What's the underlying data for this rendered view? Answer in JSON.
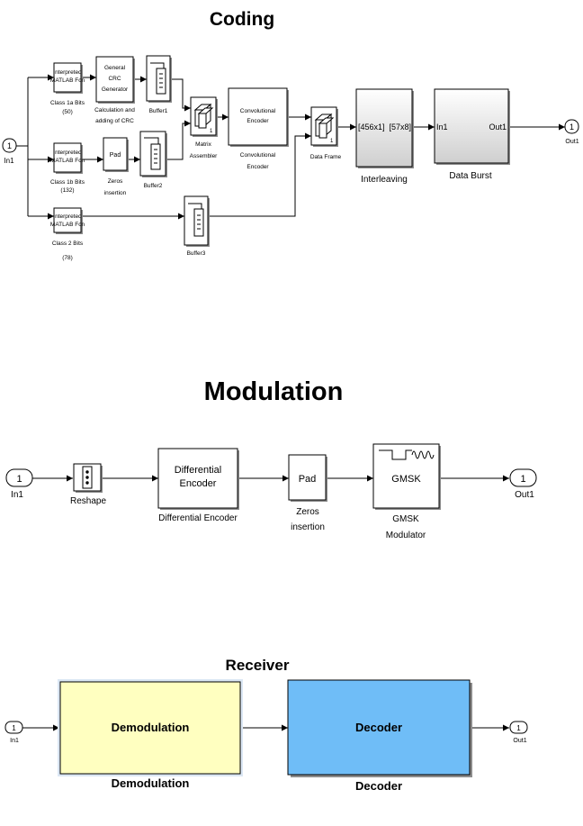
{
  "coding": {
    "title": "Coding",
    "in_port": {
      "number": "1",
      "label": "In1"
    },
    "out_port": {
      "number": "1",
      "label": "Out1"
    },
    "fcn1": {
      "text1": "Interpreted",
      "text2": "MATLAB Fcn",
      "label1": "Class 1a Bits",
      "label2": "(50)"
    },
    "fcn2": {
      "text1": "Interpreted",
      "text2": "MATLAB Fcn",
      "label1": "Class 1b Bits",
      "label2": "(132)"
    },
    "fcn3": {
      "text1": "Interpreted",
      "text2": "MATLAB Fcn",
      "label1": "Class 2 Bits",
      "label2": "(78)"
    },
    "crc": {
      "text1": "General",
      "text2": "CRC",
      "text3": "Generator",
      "label1": "Calculation and",
      "label2": "adding of CRC"
    },
    "pad": {
      "text": "Pad",
      "label1": "Zeros",
      "label2": "insertion"
    },
    "buffer1": {
      "label": "Buffer1"
    },
    "buffer2": {
      "label": "Buffer2"
    },
    "buffer3": {
      "label": "Buffer3"
    },
    "matrix": {
      "label1": "Matrix",
      "label2": "Assembler"
    },
    "conv": {
      "text1": "Convolutional",
      "text2": "Encoder",
      "label1": "Convolutional",
      "label2": "Encoder"
    },
    "data_frame": {
      "label": "Data Frame"
    },
    "interleaving": {
      "port_in": "[456x1]",
      "port_out": "[57x8]",
      "label": "Interleaving"
    },
    "data_burst": {
      "port_in": "In1",
      "port_out": "Out1",
      "label": "Data Burst"
    }
  },
  "modulation": {
    "title": "Modulation",
    "in_port": {
      "number": "1",
      "label": "In1"
    },
    "out_port": {
      "number": "1",
      "label": "Out1"
    },
    "reshape": {
      "label": "Reshape"
    },
    "diff": {
      "text1": "Differential",
      "text2": "Encoder",
      "label": "Differential Encoder"
    },
    "pad": {
      "text": "Pad",
      "label1": "Zeros",
      "label2": "insertion"
    },
    "gmsk": {
      "text": "GMSK",
      "label1": "GMSK",
      "label2": "Modulator"
    }
  },
  "receiver": {
    "title": "Receiver",
    "in_port": {
      "number": "1",
      "label": "In1"
    },
    "out_port": {
      "number": "1",
      "label": "Out1"
    },
    "demod": {
      "text": "Demodulation",
      "label": "Demodulation",
      "color": "#ffffc0"
    },
    "decoder": {
      "text": "Decoder",
      "label": "Decoder",
      "color": "#6fbdf7"
    }
  }
}
